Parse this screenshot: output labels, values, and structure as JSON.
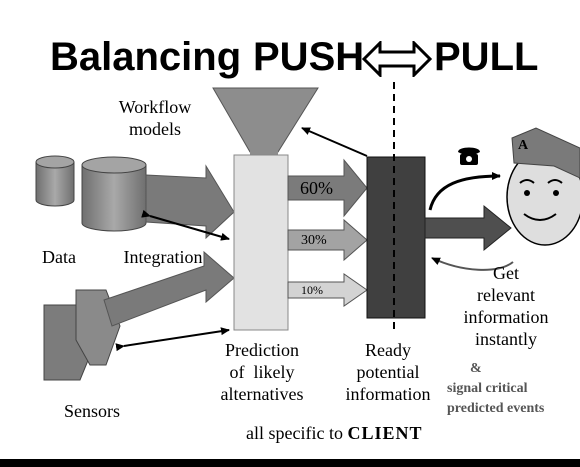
{
  "title": {
    "left": "Balancing",
    "mid": "PUSH",
    "right": "PULL"
  },
  "labels": {
    "workflow": [
      "Workflow",
      "models"
    ],
    "data": "Data",
    "integration": "Integration",
    "sensors": "Sensors",
    "prediction": [
      "Prediction",
      "of  likely",
      "alternatives"
    ],
    "ready": [
      "Ready",
      "potential",
      "information"
    ],
    "get": [
      "Get",
      "relevant",
      "information",
      "instantly"
    ],
    "ampersand": "&",
    "signal": [
      "signal critical",
      "predicted events"
    ],
    "footer_prefix": "all specific to ",
    "footer_client": "CLIENT"
  },
  "percentages": {
    "p60": "60%",
    "p30": "30%",
    "p10": "10%"
  },
  "icons": {
    "phone": "phone-icon",
    "cap_letter": "A"
  }
}
